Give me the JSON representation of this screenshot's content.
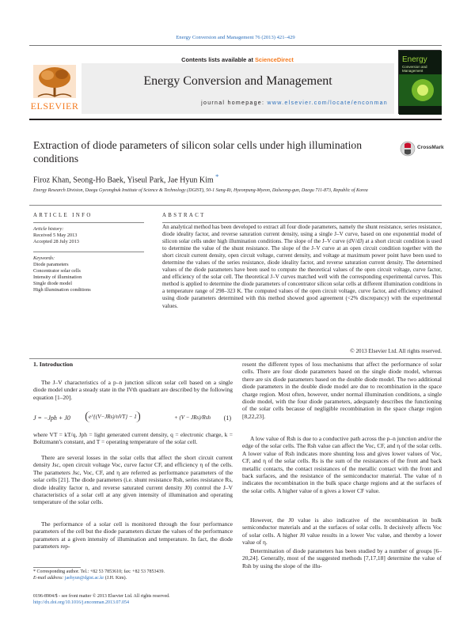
{
  "journal_ref": "Energy Conversion and Management 76 (2013) 421–429",
  "contents_prefix": "Contents lists available at ",
  "sciencedirect": "ScienceDirect",
  "journal_name": "Energy Conversion and Management",
  "homepage_prefix": "journal homepage: ",
  "homepage_url": "www.elsevier.com/locate/enconman",
  "publisher": "ELSEVIER",
  "cover_title": "Energy",
  "cover_sub": "Conversion and Management",
  "crossmark": "CrossMark",
  "title": "Extraction of diode parameters of silicon solar cells under high illumination conditions",
  "authors": "Firoz Khan, Seong-Ho Baek, Yiseul Park, Jae Hyun Kim",
  "author_mark": "*",
  "affiliation": "Energy Research Division, Daegu Gyeongbuk Institute of Science & Technology (DGIST), 50-1 Sang-Ri, Hyeonpung-Myeon, Dalseong-gun, Daegu 711-873, Republic of Korea",
  "article_info_label": "ARTICLE INFO",
  "abstract_label": "ABSTRACT",
  "history_label": "Article history:",
  "received": "Received 5 May 2013",
  "accepted": "Accepted 28 July 2013",
  "keywords_label": "Keywords:",
  "keywords": [
    "Diode parameters",
    "Concentrator solar cells",
    "Intensity of illumination",
    "Single diode model",
    "High illumination conditions"
  ],
  "abstract_p1": "An analytical method has been developed to extract all four diode parameters, namely the shunt resistance, series resistance, diode ideality factor, and reverse saturation current density, using a single J–V curve, based on one exponential model of silicon solar cells under high illumination conditions. The slope of the J–V curve (dV/dJ) at a short circuit condition is used to determine the value of the shunt resistance. The slope of the J–V curve at an open circuit condition together with the short circuit current density, open circuit voltage, current density, and voltage at maximum power point have been used to determine the values of the series resistance, diode ideality factor, and reverse saturation current density. The determined values of the diode parameters have been used to compute the theoretical values of the open circuit voltage, curve factor, and efficiency of the solar cell. The theoretical J–V curves matched well with the corresponding experimental curves. This method is applied to determine the diode parameters of concentrator silicon solar cells at different illumination conditions in a temperature range of 298–323 K. The computed values of the open circuit voltage, curve factor, and efficiency obtained using diode parameters determined with this method showed good agreement (<2% discrepancy) with the experimental values.",
  "copyright": "© 2013 Elsevier Ltd. All rights reserved.",
  "intro_heading": "1. Introduction",
  "c1p1": "The J–V characteristics of a p–n junction silicon solar cell based on a single diode model under a steady state in the IVth quadrant are described by the following equation [1–20].",
  "eq_lhs": "J = −Jph + J0",
  "eq_mid": "e^{(V−JRs)/nVT} − 1",
  "eq_rhs": "+ (V − JRs)/Rsh",
  "eq_num": "(1)",
  "c1p2": "where VT = kT/q, Jph = light generated current density, q = electronic charge, k = Boltzmann's constant, and T = operating temperature of the solar cell.",
  "c1p3": "There are several losses in the solar cells that affect the short circuit current density Jsc, open circuit voltage Voc, curve factor CF, and efficiency η of the cells. The parameters Jsc, Voc, CF, and η are referred as performance parameters of the solar cells [21]. The diode parameters (i.e. shunt resistance Rsh, series resistance Rs, diode ideality factor n, and reverse saturated current density J0) control the J–V characteristics of a solar cell at any given intensity of illumination and operating temperature of the solar cells.",
  "c1p4": "The performance of a solar cell is monitored through the four performance parameters of the cell but the diode parameters dictate the values of the performance parameters at a given intensity of illumination and temperature. In fact, the diode parameters rep-",
  "c2p1": "resent the different types of loss mechanisms that affect the performance of solar cells. There are four diode parameters based on the single diode model, whereas there are six diode parameters based on the double diode model. The two additional diode parameters in the double diode model are due to recombination in the space charge region. Most often, however, under normal illumination conditions, a single diode model, with the four diode parameters, adequately describes the functioning of the solar cells because of negligible recombination in the space charge region [8,22,23].",
  "c2p2": "A low value of Rsh is due to a conductive path across the p–n junction and/or the edge of the solar cells. The Rsh value can affect the Voc, CF, and η of the solar cells. A lower value of Rsh indicates more shunting loss and gives lower values of Voc, CF, and η of the solar cells. Rs is the sum of the resistances of the front and back metallic contacts, the contact resistances of the metallic contact with the front and back surfaces, and the resistance of the semiconductor material. The value of n indicates the recombination in the bulk space charge regions and at the surfaces of the solar cells. A higher value of n gives a lower CF value.",
  "c2p3": "However, the J0 value is also indicative of the recombination in bulk semiconductor materials and at the surfaces of solar cells. It decisively affects Voc of solar cells. A higher J0 value results in a lower Voc value, and thereby a lower value of η.",
  "c2p4": "Determination of diode parameters has been studied by a number of groups [6–20,24]. Generally, most of the suggested methods [7,17,18] determine the value of Rsh by using the slope of the illu-",
  "foot1": "* Corresponding author. Tel.: +82 53 7853610; fax: +82 53 7853439.",
  "foot2_label": "E-mail address: ",
  "foot2_email": "jaehyun@dgist.ac.kr",
  "foot2_suffix": " (J.H. Kim).",
  "issn": "0196-8904/$ - see front matter © 2013 Elsevier Ltd. All rights reserved.",
  "doi": "http://dx.doi.org/10.1016/j.enconman.2013.07.054",
  "colors": {
    "link": "#2a6ebb",
    "elsevier_orange": "#f47b20",
    "text": "#231f20"
  }
}
